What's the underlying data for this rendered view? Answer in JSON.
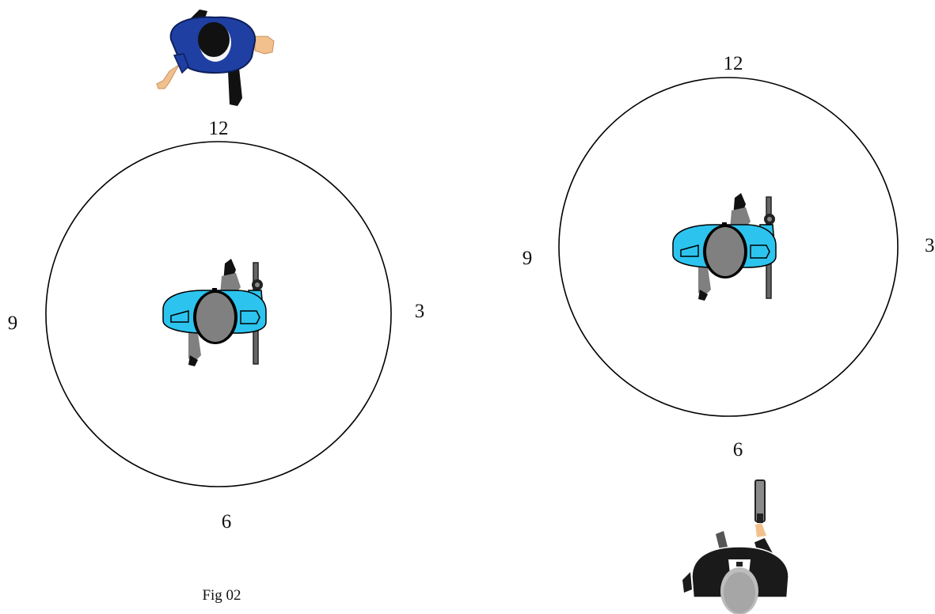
{
  "left_clock": {
    "top": "12",
    "right": "3",
    "bottom": "6",
    "left": "9"
  },
  "right_clock": {
    "top": "12",
    "right": "3",
    "bottom": "6",
    "left": "9"
  },
  "caption": "Fig 02",
  "colors": {
    "officer_shirt": "#2cc4ee",
    "officer_head": "#808080",
    "approacher_shirt": "#1f3fa3",
    "attacker_suit": "#1a1a1a",
    "skin": "#f2c08c",
    "circle_stroke": "#000000"
  },
  "icons": [
    "officer-topdown-icon",
    "approaching-person-icon",
    "armed-suspect-icon",
    "handgun-icon"
  ]
}
